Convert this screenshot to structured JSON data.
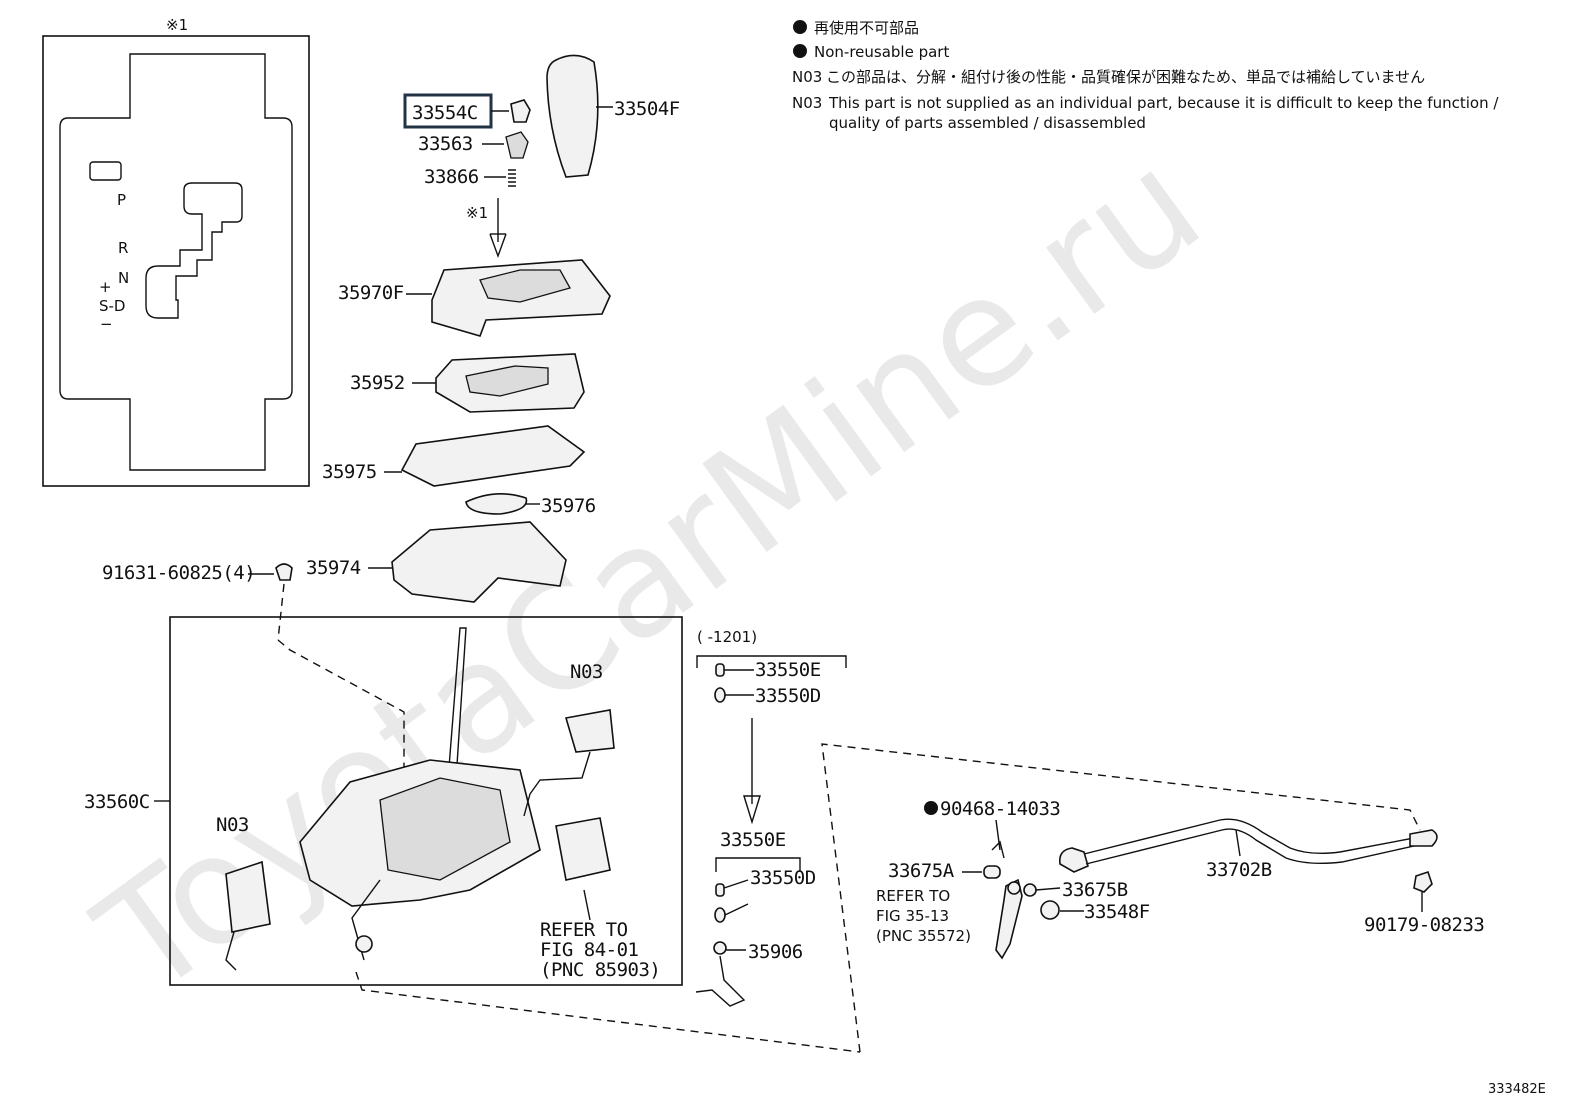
{
  "legend": {
    "nonreusable_jp": "再使用不可部品",
    "nonreusable_en": "Non-reusable part",
    "n03_code": "N03",
    "n03_jp": "この部品は、分解・組付け後の性能・品質確保が困難なため、単品では補給していません",
    "n03_en_line1": "This part is not supplied as an individual part, because it is difficult to keep the function /",
    "n03_en_line2": "quality of parts assembled / disassembled"
  },
  "watermark": "ToyotaCarMine.ru",
  "inset": {
    "mark": "※1",
    "gates": {
      "p": "P",
      "r": "R",
      "n": "N",
      "plus": "+",
      "sd": "S-D",
      "minus": "−"
    }
  },
  "arrow_mark": "※1",
  "parts": {
    "p33554C": "33554C",
    "p33563": "33563",
    "p33866": "33866",
    "p33504F": "33504F",
    "p35970F": "35970F",
    "p35952": "35952",
    "p35975": "35975",
    "p35976": "35976",
    "p35974": "35974",
    "p91631": "91631-60825(4)",
    "p33560C": "33560C",
    "n03_a": "N03",
    "n03_b": "N03",
    "refer84_1": "REFER TO",
    "refer84_2": "FIG 84-01",
    "refer84_3": "(PNC 85903)",
    "range": "(    -1201)",
    "p33550E_a": "33550E",
    "p33550D_a": "33550D",
    "p33550E_b": "33550E",
    "p33550D_b": "33550D",
    "p35906": "35906",
    "p90468": "90468-14033",
    "p33675A": "33675A",
    "p33675B": "33675B",
    "refer35_1": "REFER TO",
    "refer35_2": "FIG 35-13",
    "refer35_3": "(PNC 35572)",
    "p33702B": "33702B",
    "p33548F": "33548F",
    "p90179": "90179-08233"
  },
  "figure_id": "333482E"
}
